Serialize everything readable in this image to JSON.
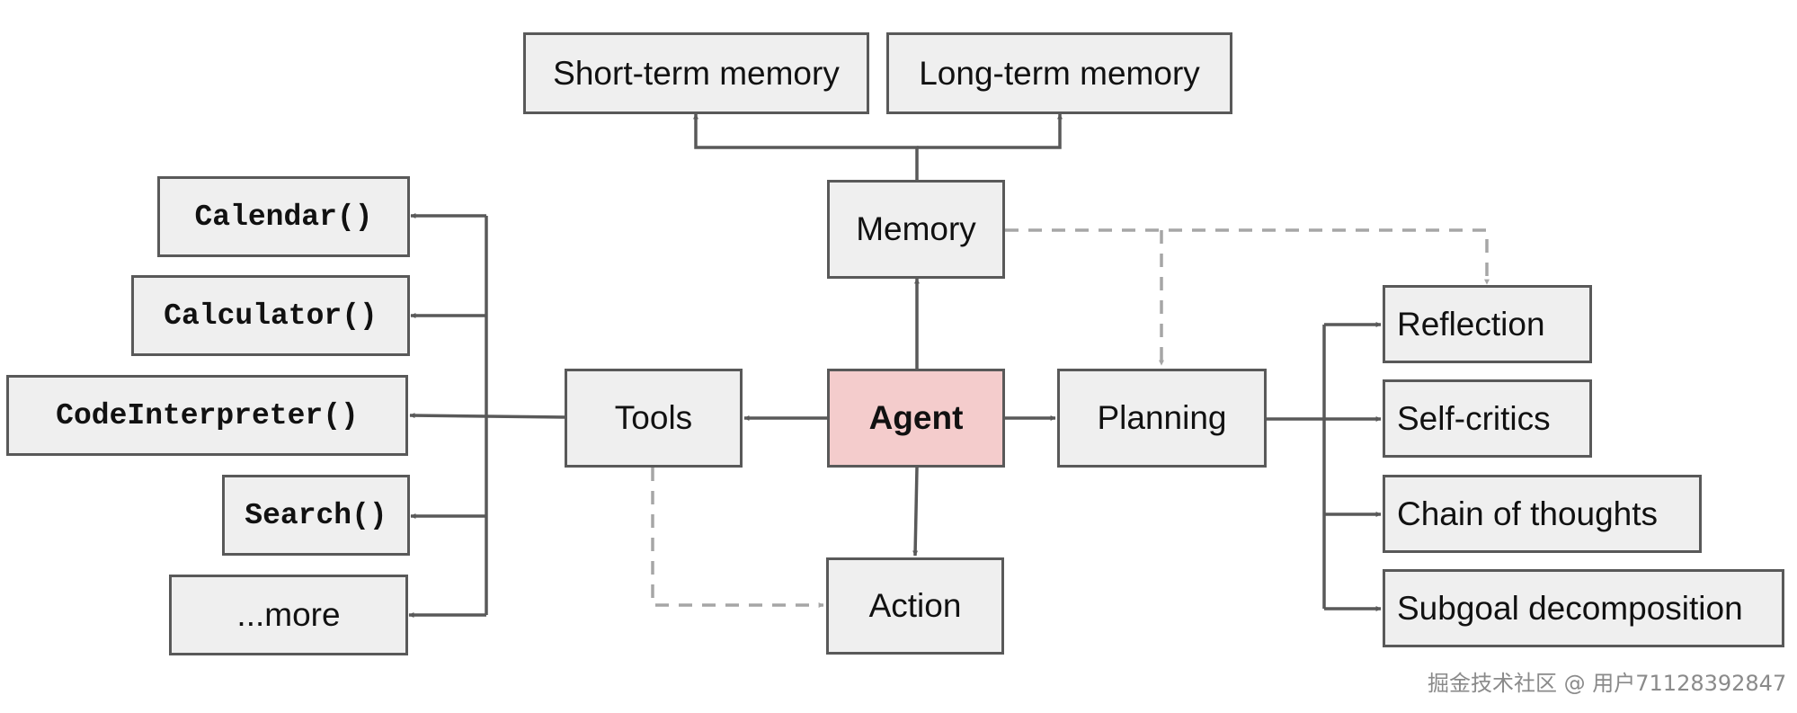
{
  "colors": {
    "box_fill": "#efefef",
    "box_border": "#595959",
    "agent_fill": "#f4cccc",
    "solid_arrow": "#595959",
    "dashed_arrow": "#a6a6a6"
  },
  "nodes": {
    "short_term_memory": "Short-term memory",
    "long_term_memory": "Long-term memory",
    "memory": "Memory",
    "agent": "Agent",
    "tools": "Tools",
    "planning": "Planning",
    "action": "Action",
    "calendar": "Calendar()",
    "calculator": "Calculator()",
    "code_interpreter": "CodeInterpreter()",
    "search": "Search()",
    "more": "...more",
    "reflection": "Reflection",
    "self_critics": "Self-critics",
    "chain_of_thoughts": "Chain of thoughts",
    "subgoal_decomposition": "Subgoal decomposition"
  },
  "edges": [
    {
      "from": "agent",
      "to": "memory",
      "style": "solid"
    },
    {
      "from": "agent",
      "to": "tools",
      "style": "solid"
    },
    {
      "from": "agent",
      "to": "planning",
      "style": "solid"
    },
    {
      "from": "agent",
      "to": "action",
      "style": "solid"
    },
    {
      "from": "memory",
      "to": "short_term_memory",
      "style": "solid"
    },
    {
      "from": "memory",
      "to": "long_term_memory",
      "style": "solid"
    },
    {
      "from": "tools",
      "to": "calendar",
      "style": "solid"
    },
    {
      "from": "tools",
      "to": "calculator",
      "style": "solid"
    },
    {
      "from": "tools",
      "to": "code_interpreter",
      "style": "solid"
    },
    {
      "from": "tools",
      "to": "search",
      "style": "solid"
    },
    {
      "from": "tools",
      "to": "more",
      "style": "solid"
    },
    {
      "from": "planning",
      "to": "reflection",
      "style": "solid"
    },
    {
      "from": "planning",
      "to": "self_critics",
      "style": "solid"
    },
    {
      "from": "planning",
      "to": "chain_of_thoughts",
      "style": "solid"
    },
    {
      "from": "planning",
      "to": "subgoal_decomposition",
      "style": "solid"
    },
    {
      "from": "memory",
      "to": "planning",
      "style": "dashed"
    },
    {
      "from": "memory",
      "to": "reflection",
      "style": "dashed"
    },
    {
      "from": "tools",
      "to": "action",
      "style": "dashed"
    }
  ],
  "watermark": "掘金技术社区 @ 用户71128392847"
}
